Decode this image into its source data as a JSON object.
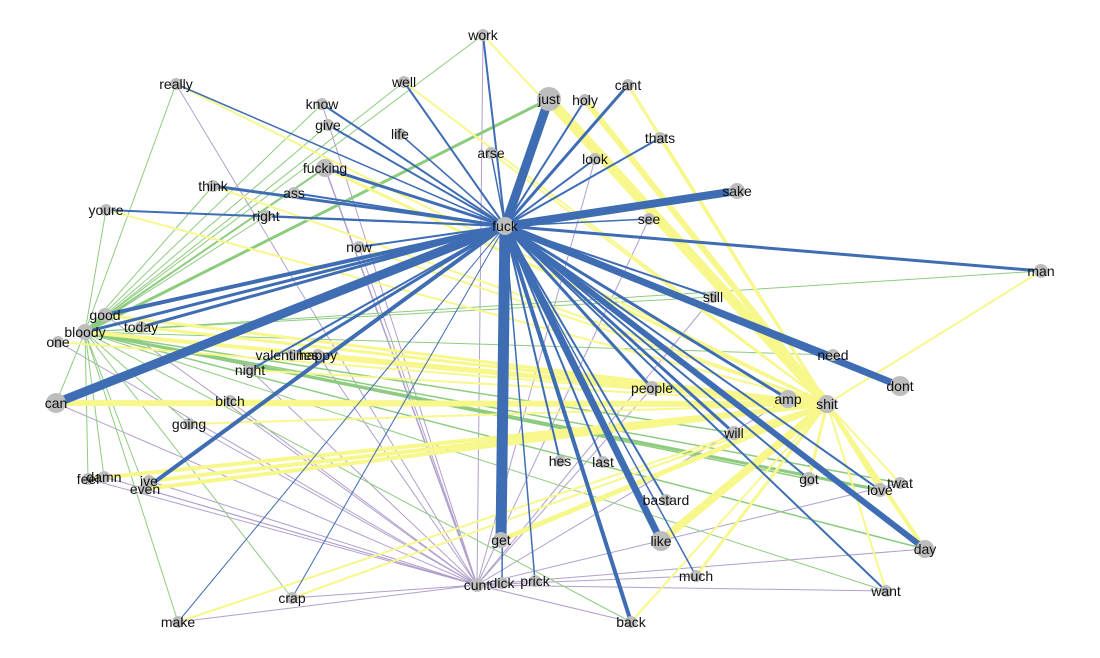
{
  "colors": {
    "fuck": "#3f6db3",
    "shit": "#f7f78c",
    "bloody": "#8dcc7e",
    "cunt": "#b19fcc",
    "node": "#bdbdbd",
    "label": "#111111"
  },
  "nodes": [
    {
      "id": "work",
      "label": "work"
    },
    {
      "id": "really",
      "label": "really"
    },
    {
      "id": "well",
      "label": "well"
    },
    {
      "id": "just",
      "label": "just"
    },
    {
      "id": "holy",
      "label": "holy"
    },
    {
      "id": "cant",
      "label": "cant"
    },
    {
      "id": "know",
      "label": "know"
    },
    {
      "id": "give",
      "label": "give"
    },
    {
      "id": "life",
      "label": "life"
    },
    {
      "id": "thats",
      "label": "thats"
    },
    {
      "id": "arse",
      "label": "arse"
    },
    {
      "id": "look",
      "label": "look"
    },
    {
      "id": "fucking",
      "label": "fucking"
    },
    {
      "id": "think",
      "label": "think"
    },
    {
      "id": "ass",
      "label": "ass"
    },
    {
      "id": "sake",
      "label": "sake"
    },
    {
      "id": "youre",
      "label": "youre"
    },
    {
      "id": "right",
      "label": "right"
    },
    {
      "id": "see",
      "label": "see"
    },
    {
      "id": "fuck",
      "label": "fuck"
    },
    {
      "id": "now",
      "label": "now"
    },
    {
      "id": "man",
      "label": "man"
    },
    {
      "id": "still",
      "label": "still"
    },
    {
      "id": "good",
      "label": "good"
    },
    {
      "id": "bloody",
      "label": "bloody"
    },
    {
      "id": "today",
      "label": "today"
    },
    {
      "id": "one",
      "label": "one"
    },
    {
      "id": "valentines",
      "label": "valentines"
    },
    {
      "id": "happy",
      "label": "happy"
    },
    {
      "id": "need",
      "label": "need"
    },
    {
      "id": "night",
      "label": "night"
    },
    {
      "id": "dont",
      "label": "dont"
    },
    {
      "id": "people",
      "label": "people"
    },
    {
      "id": "can",
      "label": "can"
    },
    {
      "id": "bitch",
      "label": "bitch"
    },
    {
      "id": "amp",
      "label": "amp"
    },
    {
      "id": "shit",
      "label": "shit"
    },
    {
      "id": "going",
      "label": "going"
    },
    {
      "id": "will",
      "label": "will"
    },
    {
      "id": "hes",
      "label": "hes"
    },
    {
      "id": "last",
      "label": "last"
    },
    {
      "id": "damn",
      "label": "damn"
    },
    {
      "id": "feel",
      "label": "feel"
    },
    {
      "id": "ive",
      "label": "ive"
    },
    {
      "id": "even",
      "label": "even"
    },
    {
      "id": "got",
      "label": "got"
    },
    {
      "id": "twat",
      "label": "twat"
    },
    {
      "id": "love",
      "label": "love"
    },
    {
      "id": "bastard",
      "label": "bastard"
    },
    {
      "id": "get",
      "label": "get"
    },
    {
      "id": "like",
      "label": "like"
    },
    {
      "id": "day",
      "label": "day"
    },
    {
      "id": "much",
      "label": "much"
    },
    {
      "id": "dick",
      "label": "dick"
    },
    {
      "id": "prick",
      "label": "prick"
    },
    {
      "id": "cunt",
      "label": "cunt"
    },
    {
      "id": "crap",
      "label": "crap"
    },
    {
      "id": "want",
      "label": "want"
    },
    {
      "id": "make",
      "label": "make"
    },
    {
      "id": "back",
      "label": "back"
    }
  ],
  "edges": [
    {
      "hub": "fuck",
      "to": "work",
      "weight": 2
    },
    {
      "hub": "fuck",
      "to": "really",
      "weight": 1.5
    },
    {
      "hub": "fuck",
      "to": "well",
      "weight": 2
    },
    {
      "hub": "fuck",
      "to": "just",
      "weight": 9
    },
    {
      "hub": "fuck",
      "to": "holy",
      "weight": 2
    },
    {
      "hub": "fuck",
      "to": "cant",
      "weight": 3
    },
    {
      "hub": "fuck",
      "to": "know",
      "weight": 2
    },
    {
      "hub": "fuck",
      "to": "give",
      "weight": 2
    },
    {
      "hub": "fuck",
      "to": "life",
      "weight": 1.5
    },
    {
      "hub": "fuck",
      "to": "thats",
      "weight": 2
    },
    {
      "hub": "fuck",
      "to": "arse",
      "weight": 1.5
    },
    {
      "hub": "fuck",
      "to": "look",
      "weight": 2
    },
    {
      "hub": "fuck",
      "to": "fucking",
      "weight": 3
    },
    {
      "hub": "fuck",
      "to": "think",
      "weight": 3
    },
    {
      "hub": "fuck",
      "to": "ass",
      "weight": 2
    },
    {
      "hub": "fuck",
      "to": "sake",
      "weight": 8
    },
    {
      "hub": "fuck",
      "to": "youre",
      "weight": 2
    },
    {
      "hub": "fuck",
      "to": "right",
      "weight": 2
    },
    {
      "hub": "fuck",
      "to": "see",
      "weight": 1.5
    },
    {
      "hub": "fuck",
      "to": "now",
      "weight": 2
    },
    {
      "hub": "fuck",
      "to": "man",
      "weight": 3
    },
    {
      "hub": "fuck",
      "to": "still",
      "weight": 2
    },
    {
      "hub": "fuck",
      "to": "good",
      "weight": 4
    },
    {
      "hub": "fuck",
      "to": "bloody",
      "weight": 3
    },
    {
      "hub": "fuck",
      "to": "today",
      "weight": 3
    },
    {
      "hub": "fuck",
      "to": "valentines",
      "weight": 3
    },
    {
      "hub": "fuck",
      "to": "need",
      "weight": 3
    },
    {
      "hub": "fuck",
      "to": "dont",
      "weight": 7
    },
    {
      "hub": "fuck",
      "to": "people",
      "weight": 3
    },
    {
      "hub": "fuck",
      "to": "can",
      "weight": 9
    },
    {
      "hub": "fuck",
      "to": "amp",
      "weight": 3
    },
    {
      "hub": "fuck",
      "to": "will",
      "weight": 3
    },
    {
      "hub": "fuck",
      "to": "hes",
      "weight": 2
    },
    {
      "hub": "fuck",
      "to": "last",
      "weight": 2
    },
    {
      "hub": "fuck",
      "to": "even",
      "weight": 4
    },
    {
      "hub": "fuck",
      "to": "got",
      "weight": 2
    },
    {
      "hub": "fuck",
      "to": "love",
      "weight": 2
    },
    {
      "hub": "fuck",
      "to": "bastard",
      "weight": 2
    },
    {
      "hub": "fuck",
      "to": "get",
      "weight": 11
    },
    {
      "hub": "fuck",
      "to": "like",
      "weight": 7
    },
    {
      "hub": "fuck",
      "to": "day",
      "weight": 6
    },
    {
      "hub": "fuck",
      "to": "much",
      "weight": 1.5
    },
    {
      "hub": "fuck",
      "to": "dick",
      "weight": 1.5
    },
    {
      "hub": "fuck",
      "to": "prick",
      "weight": 1.5
    },
    {
      "hub": "fuck",
      "to": "back",
      "weight": 4
    },
    {
      "hub": "fuck",
      "to": "want",
      "weight": 2
    },
    {
      "hub": "fuck",
      "to": "night",
      "weight": 2
    },
    {
      "hub": "fuck",
      "to": "make",
      "weight": 1
    },
    {
      "hub": "fuck",
      "to": "crap",
      "weight": 1
    },
    {
      "hub": "shit",
      "to": "work",
      "weight": 2
    },
    {
      "hub": "shit",
      "to": "really",
      "weight": 2
    },
    {
      "hub": "shit",
      "to": "well",
      "weight": 2
    },
    {
      "hub": "shit",
      "to": "just",
      "weight": 10
    },
    {
      "hub": "shit",
      "to": "holy",
      "weight": 6
    },
    {
      "hub": "shit",
      "to": "cant",
      "weight": 3
    },
    {
      "hub": "shit",
      "to": "thats",
      "weight": 3
    },
    {
      "hub": "shit",
      "to": "arse",
      "weight": 2
    },
    {
      "hub": "shit",
      "to": "fucking",
      "weight": 3
    },
    {
      "hub": "shit",
      "to": "think",
      "weight": 2
    },
    {
      "hub": "shit",
      "to": "youre",
      "weight": 2
    },
    {
      "hub": "shit",
      "to": "now",
      "weight": 2
    },
    {
      "hub": "shit",
      "to": "man",
      "weight": 2
    },
    {
      "hub": "shit",
      "to": "good",
      "weight": 3
    },
    {
      "hub": "shit",
      "to": "bloody",
      "weight": 4
    },
    {
      "hub": "shit",
      "to": "today",
      "weight": 3
    },
    {
      "hub": "shit",
      "to": "one",
      "weight": 2
    },
    {
      "hub": "shit",
      "to": "valentines",
      "weight": 3
    },
    {
      "hub": "shit",
      "to": "night",
      "weight": 2
    },
    {
      "hub": "shit",
      "to": "people",
      "weight": 3
    },
    {
      "hub": "shit",
      "to": "can",
      "weight": 6
    },
    {
      "hub": "shit",
      "to": "bitch",
      "weight": 3
    },
    {
      "hub": "shit",
      "to": "amp",
      "weight": 5
    },
    {
      "hub": "shit",
      "to": "going",
      "weight": 2
    },
    {
      "hub": "shit",
      "to": "will",
      "weight": 3
    },
    {
      "hub": "shit",
      "to": "feel",
      "weight": 4
    },
    {
      "hub": "shit",
      "to": "even",
      "weight": 4
    },
    {
      "hub": "shit",
      "to": "ive",
      "weight": 4
    },
    {
      "hub": "shit",
      "to": "got",
      "weight": 3
    },
    {
      "hub": "shit",
      "to": "twat",
      "weight": 2
    },
    {
      "hub": "shit",
      "to": "love",
      "weight": 3
    },
    {
      "hub": "shit",
      "to": "get",
      "weight": 5
    },
    {
      "hub": "shit",
      "to": "like",
      "weight": 8
    },
    {
      "hub": "shit",
      "to": "day",
      "weight": 4
    },
    {
      "hub": "shit",
      "to": "much",
      "weight": 3
    },
    {
      "hub": "shit",
      "to": "back",
      "weight": 2
    },
    {
      "hub": "shit",
      "to": "want",
      "weight": 2
    },
    {
      "hub": "shit",
      "to": "make",
      "weight": 2
    },
    {
      "hub": "shit",
      "to": "crap",
      "weight": 2
    },
    {
      "hub": "bloody",
      "to": "work",
      "weight": 1
    },
    {
      "hub": "bloody",
      "to": "really",
      "weight": 1
    },
    {
      "hub": "bloody",
      "to": "well",
      "weight": 1
    },
    {
      "hub": "bloody",
      "to": "just",
      "weight": 3
    },
    {
      "hub": "bloody",
      "to": "know",
      "weight": 1
    },
    {
      "hub": "bloody",
      "to": "give",
      "weight": 1
    },
    {
      "hub": "bloody",
      "to": "fucking",
      "weight": 2
    },
    {
      "hub": "bloody",
      "to": "think",
      "weight": 1
    },
    {
      "hub": "bloody",
      "to": "youre",
      "weight": 1
    },
    {
      "hub": "bloody",
      "to": "right",
      "weight": 1
    },
    {
      "hub": "bloody",
      "to": "man",
      "weight": 1
    },
    {
      "hub": "bloody",
      "to": "still",
      "weight": 1
    },
    {
      "hub": "bloody",
      "to": "need",
      "weight": 1
    },
    {
      "hub": "bloody",
      "to": "people",
      "weight": 2
    },
    {
      "hub": "bloody",
      "to": "amp",
      "weight": 2
    },
    {
      "hub": "bloody",
      "to": "will",
      "weight": 1.5
    },
    {
      "hub": "bloody",
      "to": "love",
      "weight": 3
    },
    {
      "hub": "bloody",
      "to": "got",
      "weight": 1.5
    },
    {
      "hub": "bloody",
      "to": "twat",
      "weight": 1.5
    },
    {
      "hub": "bloody",
      "to": "day",
      "weight": 1.5
    },
    {
      "hub": "bloody",
      "to": "damn",
      "weight": 1
    },
    {
      "hub": "bloody",
      "to": "feel",
      "weight": 1
    },
    {
      "hub": "bloody",
      "to": "even",
      "weight": 1
    },
    {
      "hub": "bloody",
      "to": "make",
      "weight": 1
    },
    {
      "hub": "bloody",
      "to": "crap",
      "weight": 1
    },
    {
      "hub": "bloody",
      "to": "want",
      "weight": 1
    },
    {
      "hub": "bloody",
      "to": "back",
      "weight": 1
    },
    {
      "hub": "bloody",
      "to": "going",
      "weight": 1
    },
    {
      "hub": "bloody",
      "to": "can",
      "weight": 1
    },
    {
      "hub": "cunt",
      "to": "work",
      "weight": 1
    },
    {
      "hub": "cunt",
      "to": "fucking",
      "weight": 1.5
    },
    {
      "hub": "cunt",
      "to": "now",
      "weight": 1
    },
    {
      "hub": "cunt",
      "to": "good",
      "weight": 1
    },
    {
      "hub": "cunt",
      "to": "one",
      "weight": 1
    },
    {
      "hub": "cunt",
      "to": "can",
      "weight": 1
    },
    {
      "hub": "cunt",
      "to": "going",
      "weight": 1
    },
    {
      "hub": "cunt",
      "to": "bitch",
      "weight": 1
    },
    {
      "hub": "cunt",
      "to": "night",
      "weight": 1
    },
    {
      "hub": "cunt",
      "to": "damn",
      "weight": 1
    },
    {
      "hub": "cunt",
      "to": "feel",
      "weight": 1
    },
    {
      "hub": "cunt",
      "to": "even",
      "weight": 1
    },
    {
      "hub": "cunt",
      "to": "make",
      "weight": 1
    },
    {
      "hub": "cunt",
      "to": "crap",
      "weight": 1
    },
    {
      "hub": "cunt",
      "to": "want",
      "weight": 1
    },
    {
      "hub": "cunt",
      "to": "twat",
      "weight": 1
    },
    {
      "hub": "cunt",
      "to": "day",
      "weight": 1
    },
    {
      "hub": "cunt",
      "to": "much",
      "weight": 1
    },
    {
      "hub": "cunt",
      "to": "back",
      "weight": 1
    },
    {
      "hub": "cunt",
      "to": "amp",
      "weight": 1
    },
    {
      "hub": "cunt",
      "to": "people",
      "weight": 1
    },
    {
      "hub": "cunt",
      "to": "ive",
      "weight": 1
    },
    {
      "hub": "cunt",
      "to": "happy",
      "weight": 1
    },
    {
      "hub": "cunt",
      "to": "really",
      "weight": 1
    },
    {
      "hub": "cunt",
      "to": "know",
      "weight": 1
    },
    {
      "hub": "cunt",
      "to": "see",
      "weight": 1
    },
    {
      "hub": "cunt",
      "to": "look",
      "weight": 1
    },
    {
      "hub": "cunt",
      "to": "still",
      "weight": 1
    }
  ]
}
